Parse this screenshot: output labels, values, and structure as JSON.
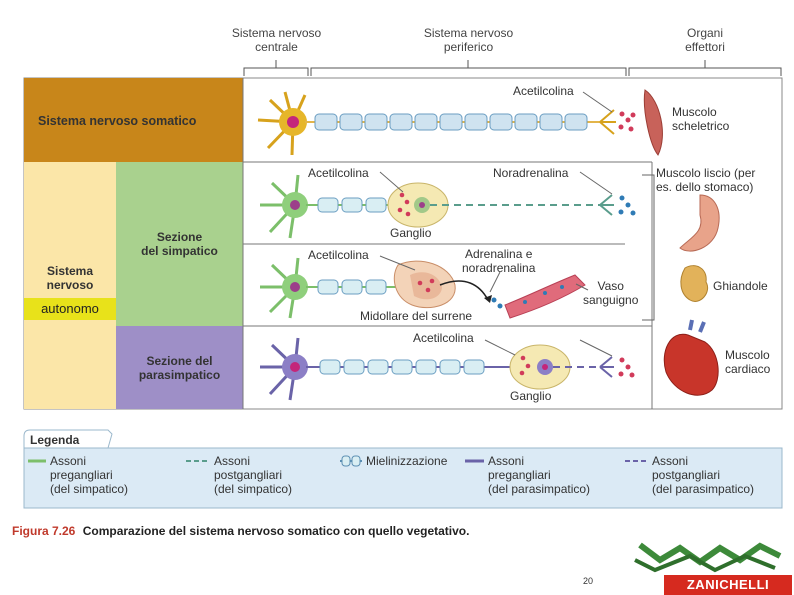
{
  "header": {
    "col_central": "Sistema nervoso\ncentrale",
    "col_peripheral": "Sistema nervoso\nperiferico",
    "col_effectors": "Organi\neffettori"
  },
  "rows": {
    "somatic": {
      "label": "Sistema nervoso somatico",
      "neurotransmitter": "Acetilcolina",
      "effector": "Muscolo\nscheletrico"
    },
    "autonomic": {
      "label": "Sistema\nnervoso",
      "highlight": "autonomo"
    },
    "sympathetic": {
      "label": "Sezione\ndel simpatico",
      "pre_neurotransmitter": "Acetilcolina",
      "post_neurotransmitter": "Noradrenalina",
      "ganglion": "Ganglio",
      "adrenal_neurotransmitter": "Acetilcolina",
      "adrenal_release": "Adrenalina e\nnoradrenalina",
      "adrenal": "Midollare del surrene",
      "vessel": "Vaso\nsanguigno"
    },
    "parasympathetic": {
      "label": "Sezione del\nparasimpatico",
      "neurotransmitter": "Acetilcolina",
      "ganglion": "Ganglio"
    }
  },
  "effectors": {
    "smooth": "Muscolo liscio (per\nes. dello stomaco)",
    "glands": "Ghiandole",
    "cardiac": "Muscolo\ncardiaco"
  },
  "legend": {
    "title": "Legenda",
    "items": [
      {
        "label": "Assoni\npregangliari\n(del simpatico)",
        "color": "#7cbf6a",
        "style": "solid"
      },
      {
        "label": "Assoni\npostgangliari\n(del simpatico)",
        "color": "#5a9d8c",
        "style": "dashed"
      },
      {
        "label": "Mielinizzazione",
        "color": "#5b8fb3",
        "style": "myelin"
      },
      {
        "label": "Assoni\npregangliari\n(del parasimpatico)",
        "color": "#6a63a8",
        "style": "solid"
      },
      {
        "label": "Assoni\npostgangliari\n(del parasimpatico)",
        "color": "#6a63a8",
        "style": "dashed"
      }
    ]
  },
  "caption": {
    "figure": "Figura 7.26",
    "text": "Comparazione del sistema nervoso somatico con quello vegetativo."
  },
  "footer": {
    "page_number": "20",
    "brand": "ZANICHELLI"
  },
  "colors": {
    "somatic": "#c8861a",
    "autonomic": "#fbe6a8",
    "sympathetic": "#a9d18e",
    "parasympathetic": "#9e8fc7",
    "highlight": "#e8e21a"
  }
}
